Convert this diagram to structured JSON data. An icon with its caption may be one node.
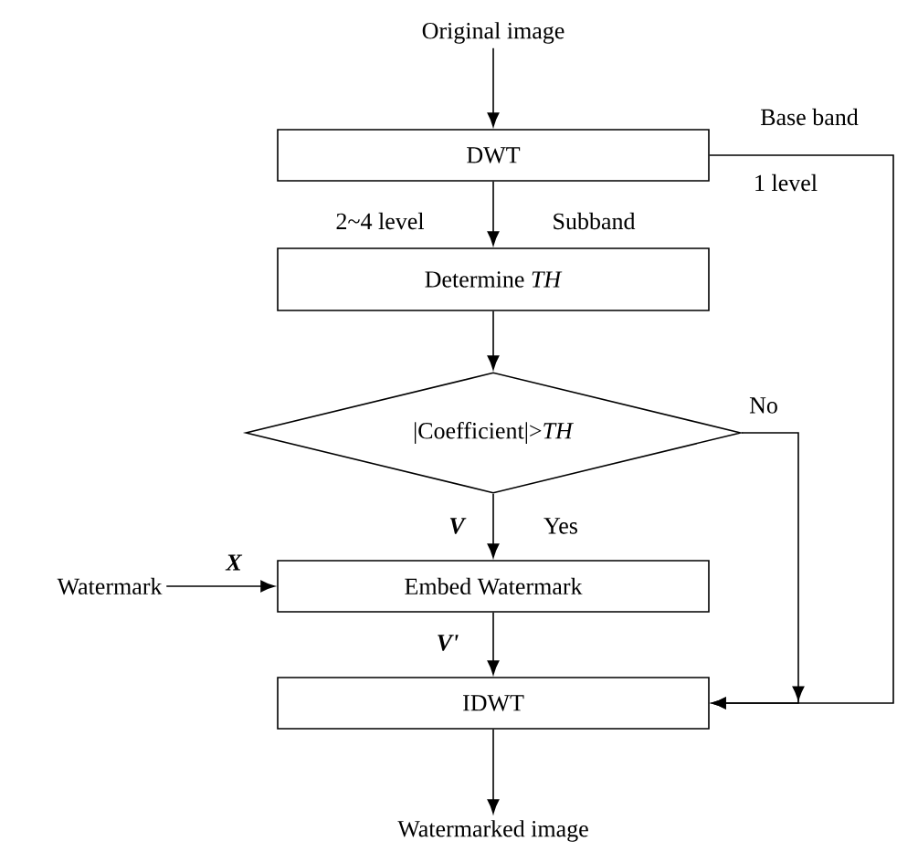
{
  "diagram": {
    "nodes": [
      {
        "text": [
          "Original image"
        ]
      },
      {
        "text": [
          "DWT"
        ]
      },
      {
        "text": [
          "Determine *TH*"
        ]
      },
      {
        "text": [
          "|Coefficient|>*TH*"
        ]
      },
      {
        "text": [
          "Watermark"
        ]
      },
      {
        "text": [
          "Embed  Watermark"
        ]
      },
      {
        "text": [
          "IDWT"
        ]
      },
      {
        "text": [
          "Watermarked image"
        ]
      }
    ],
    "edges": [
      {
        "from": 0,
        "to": 1,
        "arrow": "to"
      },
      {
        "from": 1,
        "to": 2,
        "arrow": "to",
        "label": "Subband"
      },
      {
        "from": 2,
        "to": 3,
        "arrow": "to"
      },
      {
        "from": 3,
        "to": 5,
        "arrow": "to",
        "label": "Yes"
      },
      {
        "from": 4,
        "to": 5,
        "arrow": "to"
      },
      {
        "from": 5,
        "to": 6,
        "arrow": "to"
      },
      {
        "from": 6,
        "to": 7,
        "arrow": "to"
      },
      {
        "from": 3,
        "to": 6,
        "arrow": "to",
        "label": "No"
      },
      {
        "from": 1,
        "to": 6,
        "arrow": "to",
        "label": "Base band"
      }
    ],
    "labels": [
      "2~4 level",
      "1 level",
      "V",
      "X",
      "V'"
    ]
  }
}
